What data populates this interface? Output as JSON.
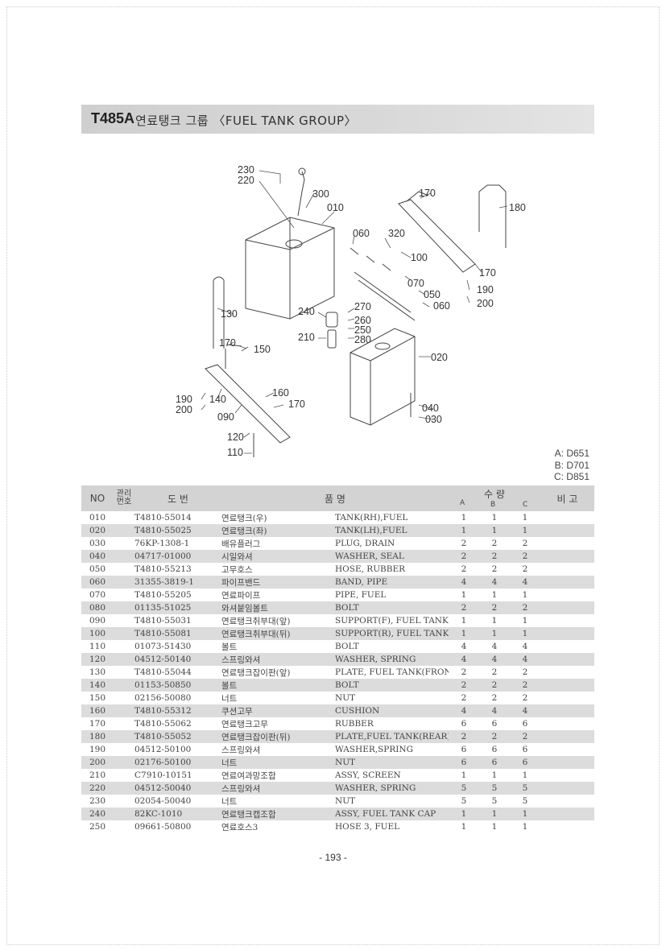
{
  "header": {
    "code": "T485A",
    "title": "연료탱크 그룹 〈FUEL TANK GROUP〉"
  },
  "diagram": {
    "callouts": [
      "230",
      "220",
      "300",
      "010",
      "170",
      "180",
      "060",
      "320",
      "100",
      "170",
      "190",
      "200",
      "070",
      "050",
      "060",
      "130",
      "240",
      "270",
      "260",
      "250",
      "280",
      "210",
      "020",
      "170",
      "150",
      "190",
      "140",
      "200",
      "160",
      "170",
      "090",
      "040",
      "030",
      "120",
      "110"
    ]
  },
  "variants": [
    "A: D651",
    "B: D701",
    "C: D851"
  ],
  "table": {
    "headers": {
      "no": "NO",
      "mgmt_top": "관리",
      "mgmt_bottom": "번호",
      "part_no": "도       번",
      "name": "품                    명",
      "qty": "수     량",
      "qty_a": "A",
      "qty_b": "B",
      "qty_c": "C",
      "remarks": "비 고"
    },
    "rows": [
      {
        "no": "010",
        "part": "T4810-55014",
        "kr": "연료탱크(우)",
        "en": "TANK(RH),FUEL",
        "a": "1",
        "b": "1",
        "c": "1"
      },
      {
        "no": "020",
        "part": "T4810-55025",
        "kr": "연료탱크(좌)",
        "en": "TANK(LH),FUEL",
        "a": "1",
        "b": "1",
        "c": "1"
      },
      {
        "no": "030",
        "part": "76KP-1308-1",
        "kr": "배유플러그",
        "en": "PLUG, DRAIN",
        "a": "2",
        "b": "2",
        "c": "2"
      },
      {
        "no": "040",
        "part": "04717-01000",
        "kr": "시일와셔",
        "en": "WASHER, SEAL",
        "a": "2",
        "b": "2",
        "c": "2"
      },
      {
        "no": "050",
        "part": "T4810-55213",
        "kr": "고무호스",
        "en": "HOSE, RUBBER",
        "a": "2",
        "b": "2",
        "c": "2"
      },
      {
        "no": "060",
        "part": "31355-3819-1",
        "kr": "파이프밴드",
        "en": "BAND, PIPE",
        "a": "4",
        "b": "4",
        "c": "4"
      },
      {
        "no": "070",
        "part": "T4810-55205",
        "kr": "연료파이프",
        "en": "PIPE, FUEL",
        "a": "1",
        "b": "1",
        "c": "1"
      },
      {
        "no": "080",
        "part": "01135-51025",
        "kr": "와셔붙임볼트",
        "en": "BOLT",
        "a": "2",
        "b": "2",
        "c": "2"
      },
      {
        "no": "090",
        "part": "T4810-55031",
        "kr": "연료탱크취부대(앞)",
        "en": "SUPPORT(F), FUEL TANK",
        "a": "1",
        "b": "1",
        "c": "1"
      },
      {
        "no": "100",
        "part": "T4810-55081",
        "kr": "연료탱크취부대(뒤)",
        "en": "SUPPORT(R), FUEL TANK",
        "a": "1",
        "b": "1",
        "c": "1"
      },
      {
        "no": "110",
        "part": "01073-51430",
        "kr": "볼트",
        "en": "BOLT",
        "a": "4",
        "b": "4",
        "c": "4"
      },
      {
        "no": "120",
        "part": "04512-50140",
        "kr": "스프링와셔",
        "en": "WASHER, SPRING",
        "a": "4",
        "b": "4",
        "c": "4"
      },
      {
        "no": "130",
        "part": "T4810-55044",
        "kr": "연료탱크잡이판(앞)",
        "en": "PLATE, FUEL TANK(FRONT)",
        "a": "2",
        "b": "2",
        "c": "2"
      },
      {
        "no": "140",
        "part": "01153-50850",
        "kr": "볼트",
        "en": "BOLT",
        "a": "2",
        "b": "2",
        "c": "2"
      },
      {
        "no": "150",
        "part": "02156-50080",
        "kr": "너트",
        "en": "NUT",
        "a": "2",
        "b": "2",
        "c": "2"
      },
      {
        "no": "160",
        "part": "T4810-55312",
        "kr": "쿠션고무",
        "en": "CUSHION",
        "a": "4",
        "b": "4",
        "c": "4"
      },
      {
        "no": "170",
        "part": "T4810-55062",
        "kr": "연료탱크고무",
        "en": "RUBBER",
        "a": "6",
        "b": "6",
        "c": "6"
      },
      {
        "no": "180",
        "part": "T4810-55052",
        "kr": "연료탱크잡이판(뒤)",
        "en": "PLATE,FUEL TANK(REAR)",
        "a": "2",
        "b": "2",
        "c": "2"
      },
      {
        "no": "190",
        "part": "04512-50100",
        "kr": "스프링와셔",
        "en": "WASHER,SPRING",
        "a": "6",
        "b": "6",
        "c": "6"
      },
      {
        "no": "200",
        "part": "02176-50100",
        "kr": "너트",
        "en": "NUT",
        "a": "6",
        "b": "6",
        "c": "6"
      },
      {
        "no": "210",
        "part": "C7910-10151",
        "kr": "연료여과망조합",
        "en": "ASSY, SCREEN",
        "a": "1",
        "b": "1",
        "c": "1"
      },
      {
        "no": "220",
        "part": "04512-50040",
        "kr": "스프링와셔",
        "en": "WASHER, SPRING",
        "a": "5",
        "b": "5",
        "c": "5"
      },
      {
        "no": "230",
        "part": "02054-50040",
        "kr": "너트",
        "en": "NUT",
        "a": "5",
        "b": "5",
        "c": "5"
      },
      {
        "no": "240",
        "part": "82KC-1010",
        "kr": "연료탱크캡조합",
        "en": "ASSY, FUEL TANK CAP",
        "a": "1",
        "b": "1",
        "c": "1"
      },
      {
        "no": "250",
        "part": "09661-50800",
        "kr": "연료호스3",
        "en": "HOSE 3, FUEL",
        "a": "1",
        "b": "1",
        "c": "1"
      }
    ]
  },
  "footer": {
    "page": "- 193 -"
  }
}
